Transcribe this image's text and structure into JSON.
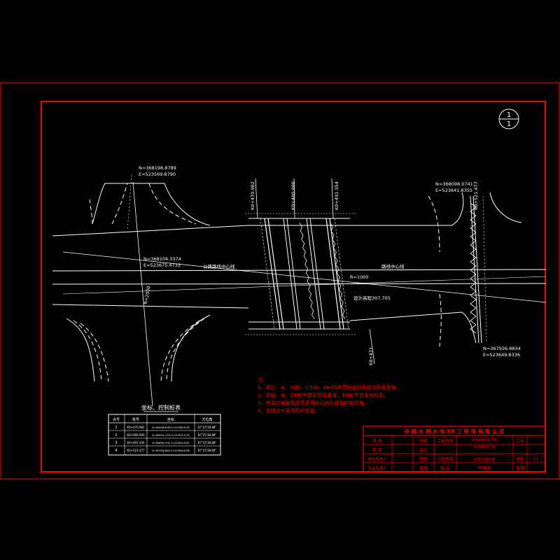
{
  "drawing": {
    "sheet_number_circle": {
      "top": "1",
      "bottom": "1"
    },
    "colors": {
      "background": "#000000",
      "frame": "#ff0000",
      "lines": "#ffffff",
      "notes": "#ff0000",
      "title_text": "#ff0000"
    },
    "coords": {
      "top_left_n": "N=368198.8789",
      "top_left_e": "E=523569.8790",
      "center_n": "N=368104.3374",
      "center_e": "E=523675.4733",
      "top_right_n": "N=368098.0741",
      "top_right_e": "E=523641.8355",
      "bottom_right_n": "N=367936.8834",
      "bottom_right_e": "E=523649.8336"
    },
    "stations": {
      "k1": "K0+470.982",
      "k2": "K0+480.000",
      "k3": "K0+491.354",
      "k4": "K0+521.477",
      "k_bottom": "K0+471"
    },
    "labels": {
      "r_left": "R=2000",
      "r_center": "R=1000",
      "elev": "设计高程307.705",
      "road_name_left": "公路路线中心线",
      "road_name_right": "路线中心线"
    }
  },
  "notes": {
    "header": "注:",
    "lines": [
      "1、单位：米，比例：1:500，BH85年高程坐标系统及高程系统。",
      "2、高程：米，1985年国家高程基准，1980年西安坐标系。",
      "3、桥梁交角按照规范采用中心线与道路中线交角。",
      "4、道路设计采用现状道路。"
    ]
  },
  "coord_table": {
    "title": "坐标、控制桩表",
    "headers": [
      "点号",
      "桩号",
      "坐标",
      "方位角"
    ],
    "rows": [
      [
        "1",
        "K0+470.982",
        "N=368198.8789  E=523569.8790",
        "87°25'38.88\""
      ],
      [
        "2",
        "K0+480.000",
        "N=368104.3374  E=523675.4733",
        "87°25'38.88\""
      ],
      [
        "3",
        "K0+491.354",
        "N=368098.0741  E=523641.8355",
        "87°25'38.88\""
      ],
      [
        "4",
        "K0+521.477",
        "N=367936.8834  E=523649.8336",
        "87°25'38.88\""
      ]
    ]
  },
  "title_block": {
    "company": "中 国 水 利 水 电 XX 工 程 局 有 限 公 司",
    "rows": [
      {
        "c1": "审  核",
        "c2": "",
        "c3": "校核",
        "c4": "工程名称",
        "c5": "某市某路桥梁工程",
        "c6": "工号",
        "c7": ""
      },
      {
        "c1": "审  定",
        "c2": "",
        "c3": "设计",
        "c4": "",
        "c5": "某道路桥梁工程",
        "c6": "",
        "c7": ""
      },
      {
        "c1": "项目负责人",
        "c2": "",
        "c3": "制图",
        "c4": "工程名称",
        "c5": "桥梁平面布置",
        "c6": "图号",
        "c7": "01"
      },
      {
        "c1": "专业负责人",
        "c2": "",
        "c3": "描图",
        "c4": "图  名",
        "c5": "平面图",
        "c6": "日期",
        "c7": ""
      }
    ]
  }
}
